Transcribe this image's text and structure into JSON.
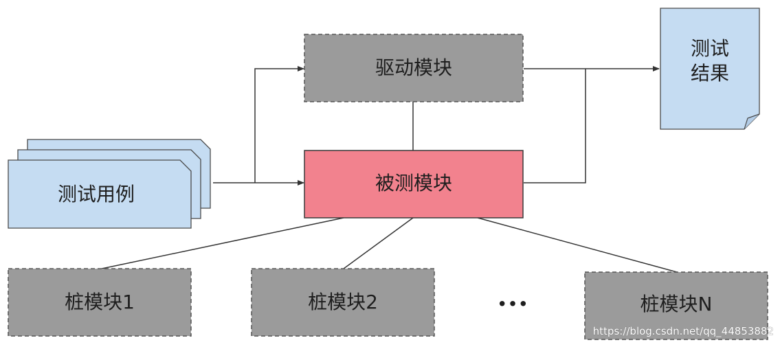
{
  "nodes": {
    "test_cases": "测试用例",
    "driver_module": "驱动模块",
    "module_under_test": "被测模块",
    "test_result_line1": "测试",
    "test_result_line2": "结果",
    "stub1": "桩模块1",
    "stub2": "桩模块2",
    "ellipsis": "•••",
    "stubN": "桩模块N"
  },
  "watermark": "https://blog.csdn.net/qq_44853882",
  "colors": {
    "doc_fill": "#c5dcf2",
    "doc_stroke": "#4a4a4a",
    "stub_fill": "#9b9b9b",
    "stub_stroke": "#555555",
    "mut_fill": "#f2828e",
    "mut_stroke": "#3a3a3a",
    "line": "#333333"
  }
}
